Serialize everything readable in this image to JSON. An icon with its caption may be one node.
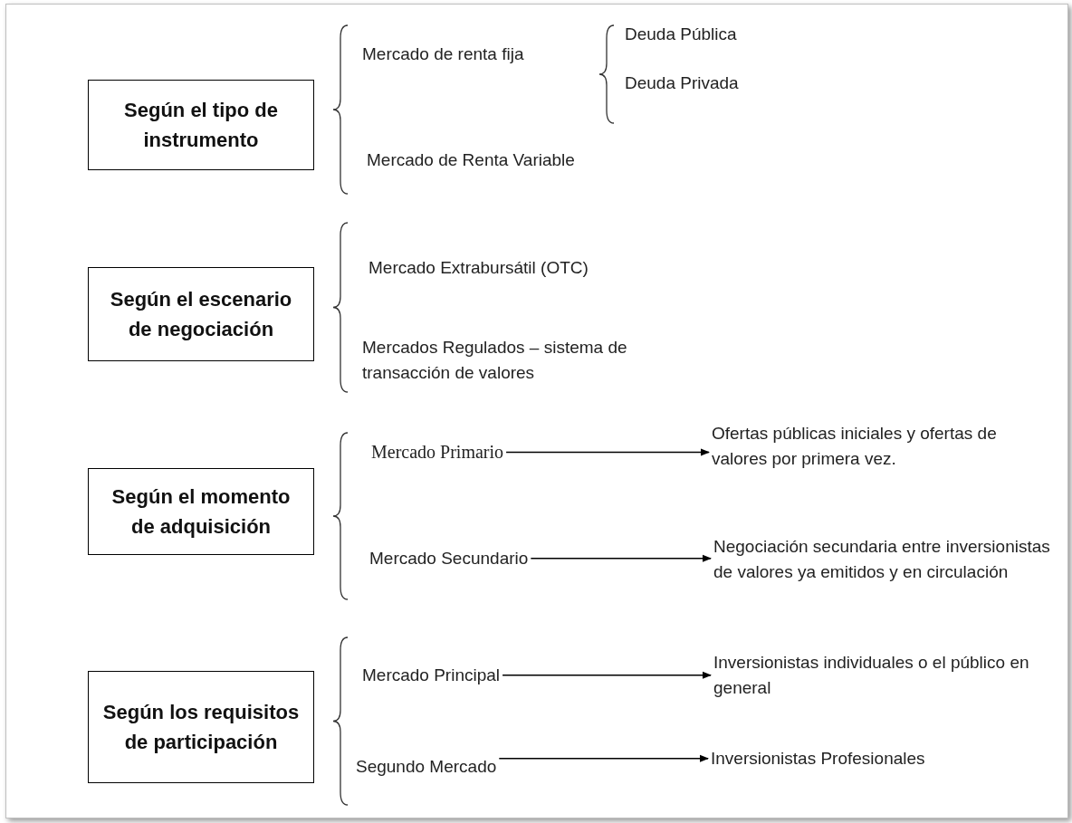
{
  "diagram": {
    "nodes": [
      {
        "text": [
          "Según el tipo de instrumento"
        ]
      },
      {
        "text": [
          "Según el escenario de negociación"
        ]
      },
      {
        "text": [
          "Según el momento de adquisición"
        ]
      },
      {
        "text": [
          "Mercado Primario"
        ]
      },
      {
        "text": [
          "Ofertas públicas iniciales y ofertas de valores por primera vez."
        ]
      },
      {
        "text": [
          "Mercado Secundario"
        ]
      },
      {
        "text": [
          "Negociación secundaria entre inversionistas de valores ya emitidos y en circulación"
        ]
      },
      {
        "text": [
          "Según los requisitos de participación"
        ]
      },
      {
        "text": [
          "Mercado Principal"
        ]
      },
      {
        "text": [
          "Inversionistas individuales o el público en general"
        ]
      },
      {
        "text": [
          "Segundo Mercado"
        ]
      },
      {
        "text": [
          "Inversionistas Profesionales"
        ]
      }
    ],
    "edges": [
      {
        "from": 3,
        "to": 4,
        "arrow": "to"
      },
      {
        "from": 5,
        "to": 6,
        "arrow": "to"
      },
      {
        "from": 8,
        "to": 9,
        "arrow": "to"
      },
      {
        "from": 10,
        "to": 11,
        "arrow": "to"
      }
    ],
    "labels": [
      "Mercado de renta fija",
      "Deuda Pública",
      "Deuda Privada",
      "Mercado de Renta Variable",
      "Mercado Extrabursátil (OTC)",
      "Mercados Regulados – sistema de transacción de valores"
    ]
  }
}
